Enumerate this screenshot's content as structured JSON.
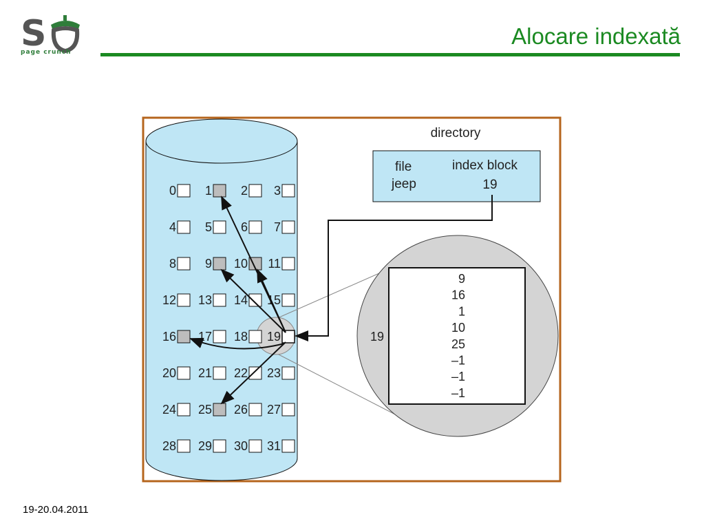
{
  "slide": {
    "title": "Alocare indexată",
    "logo_caption": "page crunch",
    "footer_date": "19-20.04.2011"
  },
  "diagram": {
    "directory_title": "directory",
    "directory_headers": {
      "file": "file",
      "index_block": "index block"
    },
    "directory_entry": {
      "file": "jeep",
      "index_block": "19"
    },
    "index_block_label": "19",
    "index_block_entries": [
      "9",
      "16",
      "1",
      "10",
      "25",
      "–1",
      "–1",
      "–1"
    ],
    "disk_blocks": [
      "0",
      "1",
      "2",
      "3",
      "4",
      "5",
      "6",
      "7",
      "8",
      "9",
      "10",
      "11",
      "12",
      "13",
      "14",
      "15",
      "16",
      "17",
      "18",
      "19",
      "20",
      "21",
      "22",
      "23",
      "24",
      "25",
      "26",
      "27",
      "28",
      "29",
      "30",
      "31"
    ],
    "allocated_blocks": [
      "1",
      "9",
      "10",
      "16",
      "25"
    ],
    "index_block_number": "19",
    "colors": {
      "disk_fill": "#bfe6f5",
      "directory_fill": "#bfe6f5",
      "frame": "#b5651d",
      "allocated_block": "#bdbdbd",
      "zoom_circle": "#d4d4d4",
      "title_green": "#1b8a22"
    }
  }
}
